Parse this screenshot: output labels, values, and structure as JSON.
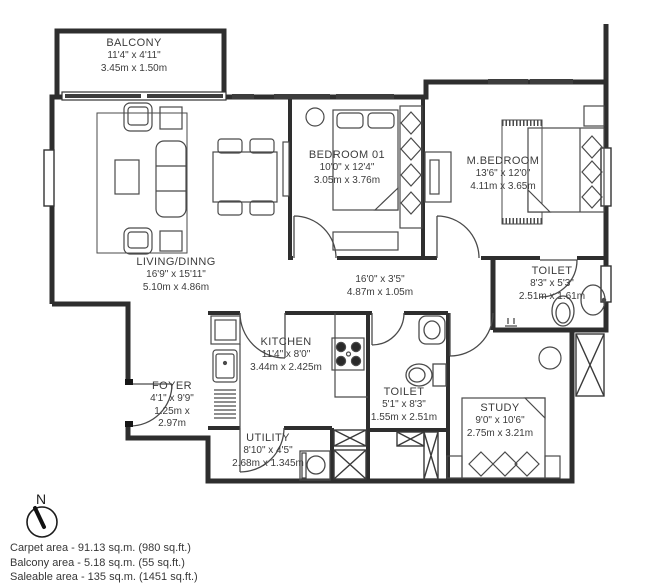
{
  "plan": {
    "rooms": [
      {
        "id": "balcony",
        "name": "BALCONY",
        "dim_ft": "11'4\" x 4'11\"",
        "dim_m": "3.45m x 1.50m"
      },
      {
        "id": "living-dining",
        "name": "LIVING/DINNG",
        "dim_ft": "16'9\" x 15'11\"",
        "dim_m": "5.10m x 4.86m"
      },
      {
        "id": "bedroom-01",
        "name": "BEDROOM 01",
        "dim_ft": "10'0\" x 12'4\"",
        "dim_m": "3.05m x 3.76m"
      },
      {
        "id": "master-bedroom",
        "name": "M.BEDROOM",
        "dim_ft": "13'6\" x 12'0\"",
        "dim_m": "4.11m x 3.65m"
      },
      {
        "id": "toilet-master",
        "name": "TOILET",
        "dim_ft": "8'3\" x 5'3\"",
        "dim_m": "2.51m x 1.61m"
      },
      {
        "id": "passage",
        "name": "",
        "dim_ft": "16'0\" x 3'5\"",
        "dim_m": "4.87m x 1.05m"
      },
      {
        "id": "kitchen",
        "name": "KITCHEN",
        "dim_ft": "11'4\" x 8'0\"",
        "dim_m": "3.44m x 2.425m"
      },
      {
        "id": "toilet-common",
        "name": "TOILET",
        "dim_ft": "5'1\" x 8'3\"",
        "dim_m": "1.55m x 2.51m"
      },
      {
        "id": "study",
        "name": "STUDY",
        "dim_ft": "9'0\" x 10'6\"",
        "dim_m": "2.75m x 3.21m"
      },
      {
        "id": "foyer",
        "name": "FOYER",
        "dim_ft": "4'1\" x 9'9\"",
        "dim_m": "1.25m x\n2.97m"
      },
      {
        "id": "utility",
        "name": "UTILITY",
        "dim_ft": "8'10\" x 4'5\"",
        "dim_m": "2.68m x 1.345m"
      }
    ],
    "compass": {
      "label": "N"
    },
    "areas": [
      "Carpet area - 91.13 sq.m. (980 sq.ft.)",
      "Balcony area - 5.18 sq.m. (55 sq.ft.)",
      "Saleable area - 135 sq.m. (1451 sq.ft.)"
    ],
    "colors": {
      "wall": "#2e2e2e",
      "furniture": "#4a4a4a",
      "window_bar": "#3d3d3d",
      "text": "#3c3c3c"
    }
  }
}
